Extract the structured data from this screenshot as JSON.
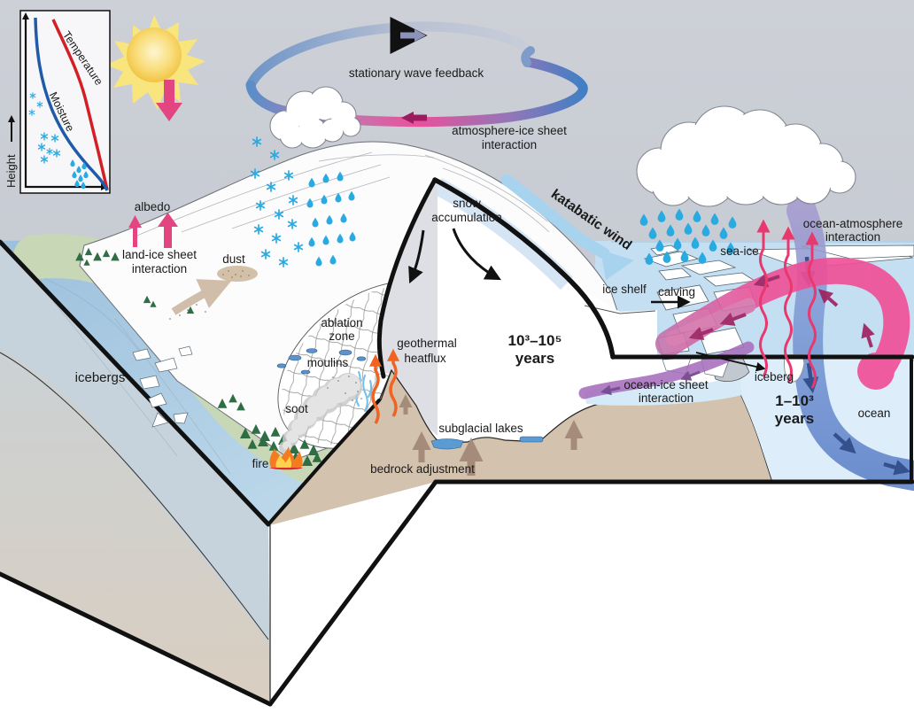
{
  "colors": {
    "pink_arrow": "#e2457f",
    "blue_text": "#2b7fc4",
    "raindrop_blue": "#29abe2",
    "geothermal_orange": "#f16322",
    "warm_current_pink": "#ef4d96",
    "cold_current_blue": "#6386cd",
    "under_shelf_purple": "#a76fbc",
    "katabatic_label_blue": "#3f7fc0",
    "temperature_red": "#d31f26",
    "moisture_blue": "#1f5ba8"
  },
  "inset_graph": {
    "y_axis_label": "Height",
    "curve1_label": "Temperature",
    "curve2_label": "Moisture"
  },
  "labels": {
    "stationary_wave_feedback": "stationary wave feedback",
    "atmosphere_ice_line1": "atmosphere-ice sheet",
    "atmosphere_ice_line2": "interaction",
    "albedo": "albedo",
    "land_ice_line1": "land-ice sheet",
    "land_ice_line2": "interaction",
    "dust": "dust",
    "snow_line1": "snow",
    "snow_line2": "accumulation",
    "katabatic_wind": "katabatic wind",
    "sea_ice": "sea-ice",
    "ice_shelf": "ice shelf",
    "calving": "calving",
    "ocean_atmosphere_line1": "ocean-atmosphere",
    "ocean_atmosphere_line2": "interaction",
    "ablation_line1": "ablation",
    "ablation_line2": "zone",
    "moulins": "moulins",
    "geothermal_line1": "geothermal",
    "geothermal_line2": "heatflux",
    "timescale_ice_line1": "10³–10⁵",
    "timescale_ice_line2": "years",
    "soot": "soot",
    "fire": "fire",
    "icebergs": "icebergs",
    "subglacial_lakes": "subglacial lakes",
    "bedrock_adjustment": "bedrock adjustment",
    "ocean_ice_line1": "ocean-ice sheet",
    "ocean_ice_line2": "interaction",
    "iceberg": "iceberg",
    "timescale_ocean_line1": "1–10³",
    "timescale_ocean_line2": "years",
    "ocean": "ocean"
  }
}
